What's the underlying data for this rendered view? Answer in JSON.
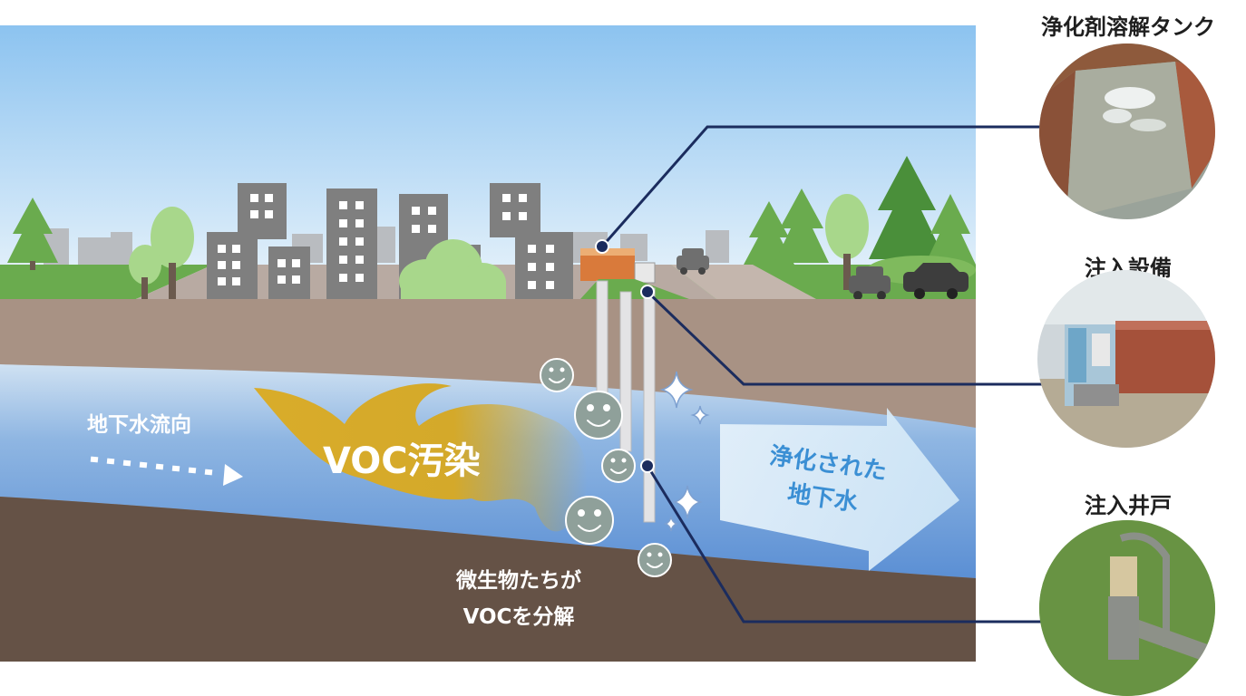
{
  "diagram": {
    "flow_label": "地下水流向",
    "contaminant_label": "VOC汚染",
    "clean_label_line1": "浄化された",
    "clean_label_line2": "地下水",
    "microbe_label_line1": "微生物たちが",
    "microbe_label_line2": "VOCを分解"
  },
  "photos": [
    {
      "label": "浄化剤溶解タンク",
      "icon": "tank-photo"
    },
    {
      "label": "注入設備",
      "icon": "injection-equipment-photo"
    },
    {
      "label": "注入井戸",
      "icon": "injection-well-photo"
    }
  ],
  "colors": {
    "sky_top": "#8cc3f0",
    "sky_bottom": "#eaf4fb",
    "grass": "#6aab4e",
    "soil": "#a89284",
    "groundwater": "#5b8fd4",
    "deep_soil": "#655246",
    "contaminant": "#d4a92a",
    "callout_line": "#1b2c5e",
    "clean_text": "#3b8fd4"
  }
}
